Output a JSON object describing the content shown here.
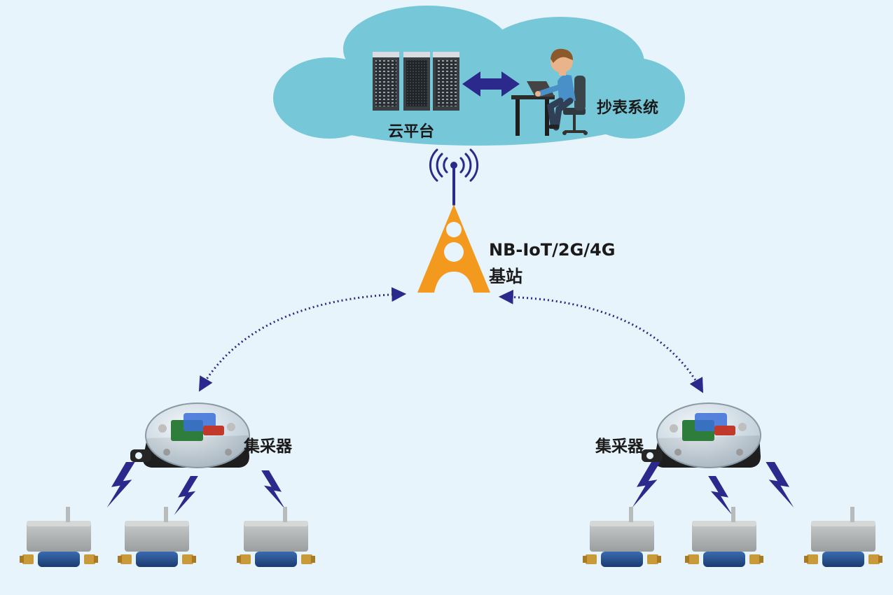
{
  "labels": {
    "cloud_platform": "云平台",
    "meter_reading_system": "抄表系统",
    "base_station_tech": "NB-IoT/2G/4G",
    "base_station_name": "基站",
    "collector_left": "集采器",
    "collector_right": "集采器"
  },
  "colors": {
    "background": "#e8f4fb",
    "cloud": "#76c7d8",
    "link": "#2b2a8c",
    "tower": "#f39a1e",
    "meter_body": "#a9acac",
    "meter_pipe": "#234e8c",
    "brass": "#c99a3a"
  },
  "icons": {
    "server": "server-rack-icon",
    "operator": "person-at-desk-icon",
    "antenna": "radio-waves-icon",
    "tower": "cell-tower-icon",
    "collector": "data-collector-icon",
    "meter": "water-meter-icon",
    "wireless": "lightning-bolt-icon"
  }
}
